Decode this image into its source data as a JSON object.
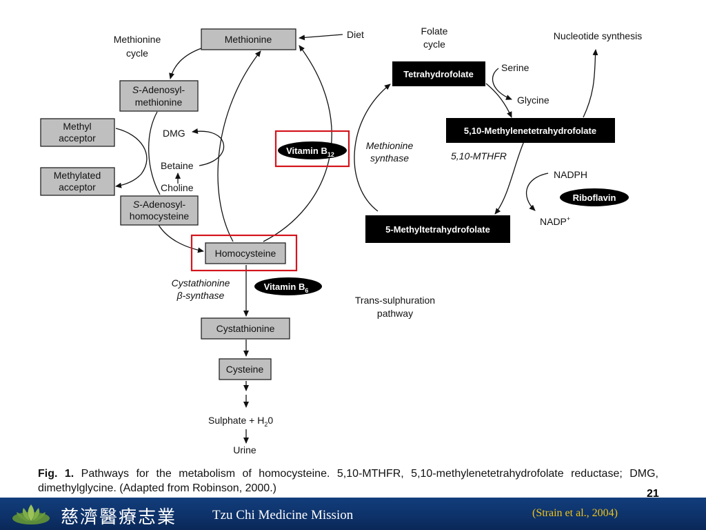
{
  "diagram": {
    "labels": {
      "methionine_cycle_1": "Methionine",
      "methionine_cycle_2": "cycle",
      "diet": "Diet",
      "folate_cycle_1": "Folate",
      "folate_cycle_2": "cycle",
      "nucleotide_synthesis": "Nucleotide synthesis",
      "serine": "Serine",
      "glycine": "Glycine",
      "methionine_synthase_1": "Methionine",
      "methionine_synthase_2": "synthase",
      "mthfr": "5,10-MTHFR",
      "nadph": "NADPH",
      "nadp": "NADP",
      "nadp_sup": "+",
      "dmg": "DMG",
      "betaine": "Betaine",
      "choline": "Choline",
      "cbs_1": "Cystathionine",
      "cbs_2": "β-synthase",
      "trans_1": "Trans-sulphuration",
      "trans_2": "pathway",
      "sulphate": "Sulphate + H",
      "sulphate_sub": "2",
      "sulphate_tail": "0",
      "urine": "Urine"
    },
    "boxes": {
      "methionine": "Methionine",
      "sam_1": "S",
      "sam_1b": "-Adenosyl-",
      "sam_2": "methionine",
      "methyl_acceptor_1": "Methyl",
      "methyl_acceptor_2": "acceptor",
      "methylated_acceptor_1": "Methylated",
      "methylated_acceptor_2": "acceptor",
      "sah_1": "S",
      "sah_1b": "-Adenosyl-",
      "sah_2": "homocysteine",
      "homocysteine": "Homocysteine",
      "cystathionine": "Cystathionine",
      "cysteine": "Cysteine",
      "thf": "Tetrahydrofolate",
      "methylene_thf": "5,10-Methylenetetrahydrofolate",
      "methyl_thf": "5-Methyltetrahydrofolate"
    },
    "ovals": {
      "b12": "Vitamin B",
      "b12_sub": "12",
      "b6": "Vitamin B",
      "b6_sub": "6",
      "riboflavin": "Riboflavin"
    }
  },
  "caption": {
    "fig_label": "Fig. 1.",
    "text": "Pathways for the metabolism of homocysteine. 5,10-MTHFR, 5,10-methylenetetrahydrofolate reductase; DMG, dimethylglycine. (Adapted from Robinson, 2000.)"
  },
  "page_number": "21",
  "footer": {
    "org_cjk": "慈濟醫療志業",
    "org_name": "Tzu Chi Medicine Mission",
    "citation": "(Strain et al., 2004)"
  },
  "colors": {
    "highlight": "#d4141c",
    "footer_bg": "#0d3168",
    "citation": "#f0c419",
    "grey_box": "#bfbfbf"
  }
}
